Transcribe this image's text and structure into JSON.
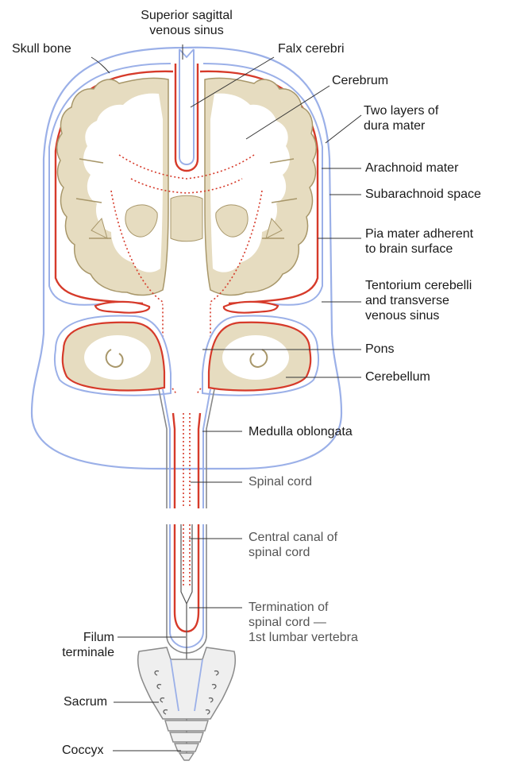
{
  "colors": {
    "bone_fill": "#efefef",
    "bone_stroke": "#8a8a8a",
    "brain_fill": "#e6dcc0",
    "brain_edge": "#a8976a",
    "white_matter": "#ffffff",
    "dura": "#9bb0e8",
    "arachnoid": "#d63a2a",
    "leader": "#333333"
  },
  "labels": {
    "superior_sagittal": [
      "Superior sagittal",
      "venous sinus"
    ],
    "skull_bone": "Skull bone",
    "falx_cerebri": "Falx cerebri",
    "cerebrum": "Cerebrum",
    "two_layers": [
      "Two layers of",
      "dura mater"
    ],
    "arachnoid_mater": "Arachnoid mater",
    "subarachnoid_space": "Subarachnoid space",
    "pia_mater": [
      "Pia mater adherent",
      "to brain surface"
    ],
    "tentorium": [
      "Tentorium cerebelli",
      "and transverse",
      "venous sinus"
    ],
    "pons": "Pons",
    "cerebellum": "Cerebellum",
    "medulla": "Medulla oblongata",
    "spinal_cord": "Spinal cord",
    "central_canal": [
      "Central canal of",
      "spinal cord"
    ],
    "termination": [
      "Termination of",
      "spinal cord —",
      "1st lumbar vertebra"
    ],
    "filum": [
      "Filum",
      "terminale"
    ],
    "sacrum": "Sacrum",
    "coccyx": "Coccyx"
  }
}
